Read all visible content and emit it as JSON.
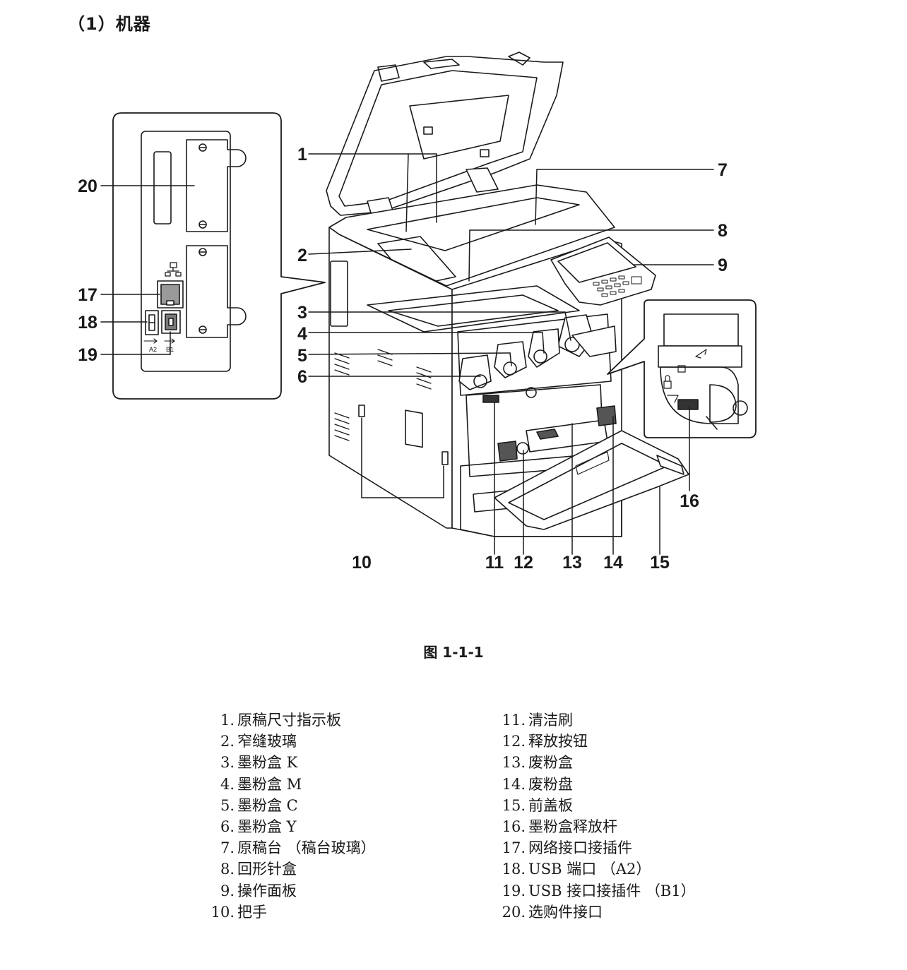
{
  "section_title": "（1）机器",
  "figure_caption": "图 1-1-1",
  "callouts": [
    "1",
    "2",
    "3",
    "4",
    "5",
    "6",
    "7",
    "8",
    "9",
    "10",
    "11",
    "12",
    "13",
    "14",
    "15",
    "16",
    "17",
    "18",
    "19",
    "20"
  ],
  "port_marks": {
    "usb_a": "A2",
    "usb_b": "B1"
  },
  "parts_left": [
    {
      "num": "1.",
      "label": "原稿尺寸指示板"
    },
    {
      "num": "2.",
      "label": "窄缝玻璃"
    },
    {
      "num": "3.",
      "label": "墨粉盒 K"
    },
    {
      "num": "4.",
      "label": "墨粉盒 M"
    },
    {
      "num": "5.",
      "label": "墨粉盒 C"
    },
    {
      "num": "6.",
      "label": "墨粉盒 Y"
    },
    {
      "num": "7.",
      "label": "原稿台 （稿台玻璃）"
    },
    {
      "num": "8.",
      "label": "回形针盒"
    },
    {
      "num": "9.",
      "label": "操作面板"
    },
    {
      "num": "10.",
      "label": "把手"
    }
  ],
  "parts_right": [
    {
      "num": "11.",
      "label": "清洁刷"
    },
    {
      "num": "12.",
      "label": "释放按钮"
    },
    {
      "num": "13.",
      "label": "废粉盒"
    },
    {
      "num": "14.",
      "label": "废粉盘"
    },
    {
      "num": "15.",
      "label": "前盖板"
    },
    {
      "num": "16.",
      "label": "墨粉盒释放杆"
    },
    {
      "num": "17.",
      "label": "网络接口接插件"
    },
    {
      "num": "18.",
      "label": "USB 端口 （A2）"
    },
    {
      "num": "19.",
      "label": "USB 接口接插件 （B1）"
    },
    {
      "num": "20.",
      "label": "选购件接口"
    }
  ]
}
